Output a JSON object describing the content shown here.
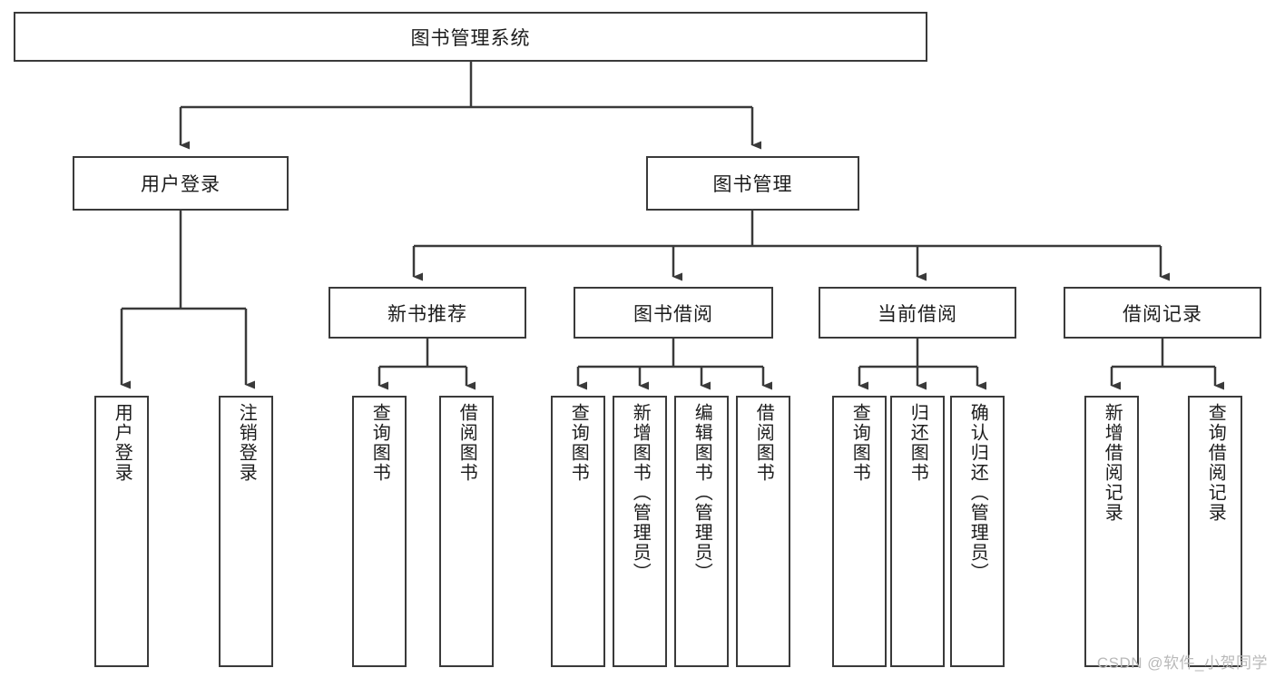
{
  "diagram": {
    "title": "图书管理系统",
    "type": "hierarchy-tree",
    "watermark": "CSDN @软件_小贺同学",
    "colors": {
      "stroke": "#3a3a3a",
      "fill": "#ffffff",
      "text": "#1c1c1c",
      "watermark": "#b9b9b9"
    },
    "nodes": {
      "root": "图书管理系统",
      "level2": [
        "用户登录",
        "图书管理"
      ],
      "level3": [
        "新书推荐",
        "图书借阅",
        "当前借阅",
        "借阅记录"
      ],
      "leaves": {
        "user_login": [
          "用户登录",
          "注销登录"
        ],
        "new_book_recommend": [
          "查询图书",
          "借阅图书"
        ],
        "book_borrow": [
          "查询图书",
          "新增图书（管理员）",
          "编辑图书（管理员）",
          "借阅图书"
        ],
        "current_borrow": [
          "查询图书",
          "归还图书",
          "确认归还（管理员）"
        ],
        "borrow_record": [
          "新增借阅记录",
          "查询借阅记录"
        ]
      }
    }
  }
}
